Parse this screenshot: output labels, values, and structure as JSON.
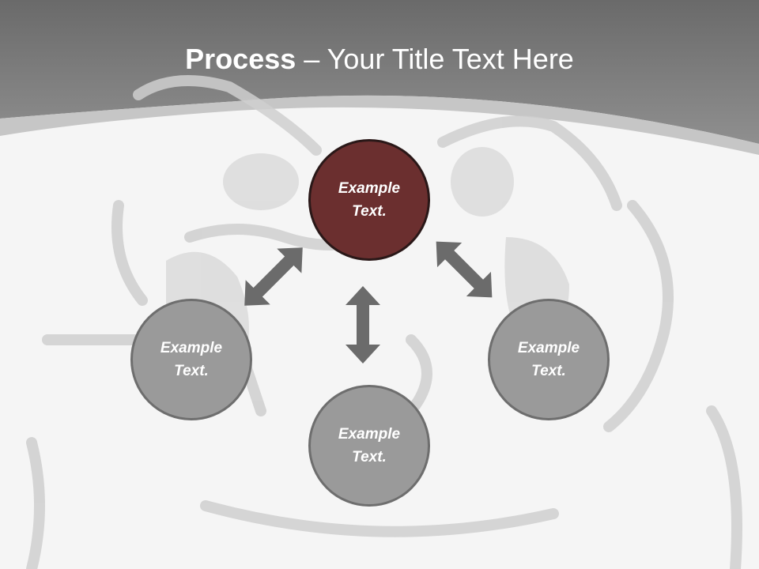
{
  "slide": {
    "title_bold": "Process",
    "title_rest": " – Your Title Text Here"
  },
  "nodes": [
    {
      "id": "top",
      "label": "Example\nText."
    },
    {
      "id": "left",
      "label": "Example\nText."
    },
    {
      "id": "bottom",
      "label": "Example\nText."
    },
    {
      "id": "right",
      "label": "Example\nText."
    }
  ],
  "colors": {
    "header": "#7a7a7a",
    "center_node": "#6b2f2f",
    "outer_node": "#9a9a9a",
    "arrow": "#6b6b6b",
    "background": "#f5f5f5"
  }
}
